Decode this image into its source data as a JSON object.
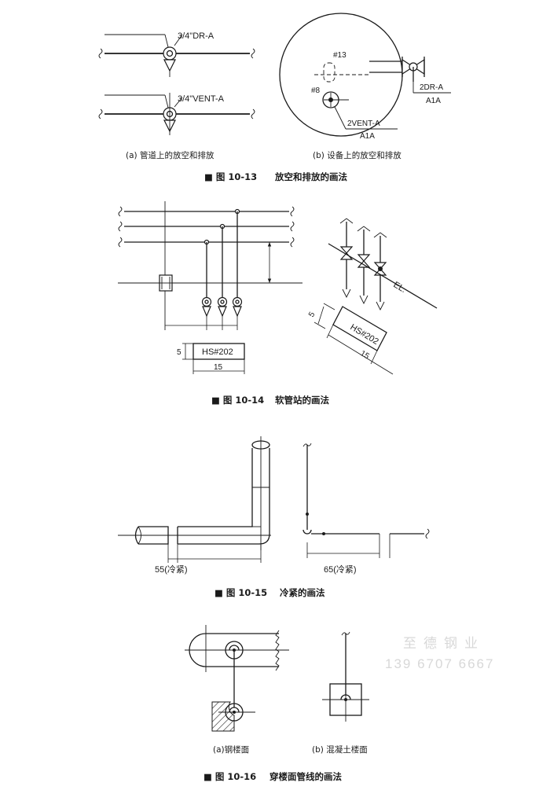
{
  "fig_10_13": {
    "label_drain_pipe": "3/4\"DR-A",
    "label_vent_pipe": "3/4\"VENT-A",
    "label_nozzle_13": "#13",
    "label_nozzle_8": "#8",
    "label_drain_equip": "2DR-A",
    "label_drain_equip_sub": "A1A",
    "label_vent_equip": "2VENT-A",
    "label_vent_equip_sub": "A1A",
    "sub_a": "(a) 管道上的放空和排放",
    "sub_b": "(b) 设备上的放空和排放",
    "caption_num": "■ 图 10-13",
    "caption_title": "放空和排放的画法"
  },
  "fig_10_14": {
    "box_label": "HS#202",
    "dim_height": "5",
    "dim_width": "15",
    "iso_box_label": "HS#202",
    "iso_dim_height": "5",
    "iso_dim_width": "15",
    "iso_el": "EL.",
    "caption_num": "■ 图 10-14",
    "caption_title": "软管站的画法"
  },
  "fig_10_15": {
    "dim_left": "55(冷紧)",
    "dim_right": "65(冷紧)",
    "caption_num": "■ 图 10-15",
    "caption_title": "冷紧的画法"
  },
  "fig_10_16": {
    "sub_a": "(a)钢楼面",
    "sub_b": "(b) 混凝土楼面",
    "caption_num": "■ 图 10-16",
    "caption_title": "穿楼面管线的画法"
  },
  "watermark": {
    "company": "至德钢业",
    "phone": "139 6707 6667"
  }
}
